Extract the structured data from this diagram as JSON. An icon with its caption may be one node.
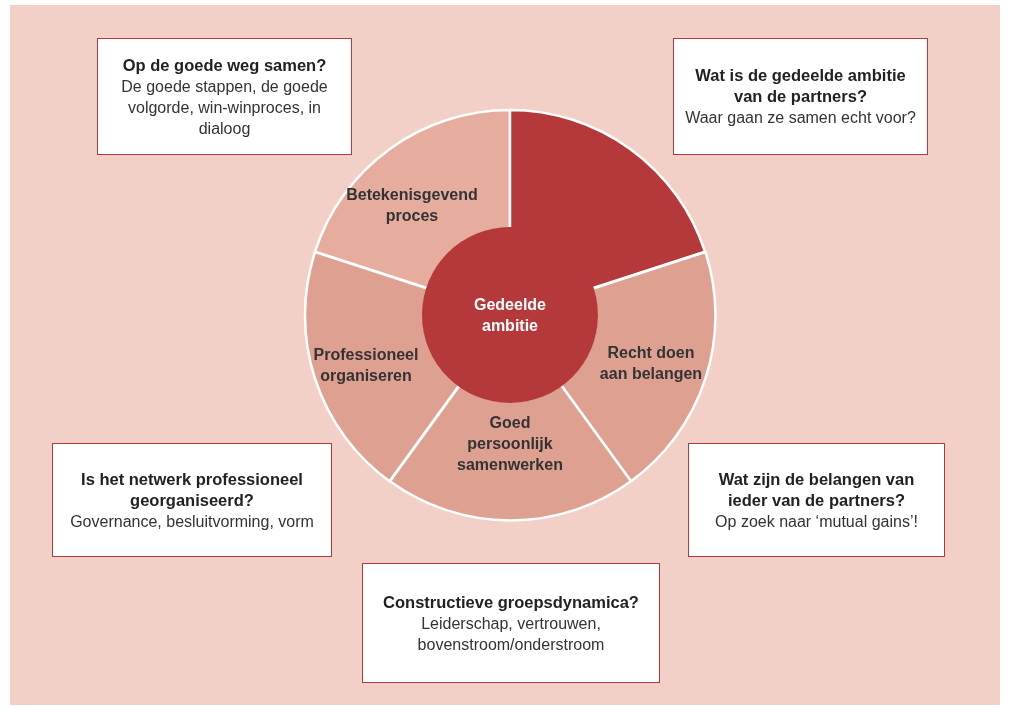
{
  "diagram": {
    "nodes": [
      {
        "text": [
          "Op de goede weg samen?",
          "De goede stappen, de goede volgorde, win-winproces, in dialoog"
        ]
      },
      {
        "text": [
          "Wat is de gedeelde ambitie van de partners?",
          "Waar gaan ze samen echt voor?"
        ]
      },
      {
        "text": [
          "Betekenisgevend proces"
        ]
      },
      {
        "text": [],
        "shape": "sector"
      },
      {
        "text": [
          "Gedeelde ambitie"
        ]
      },
      {
        "text": [
          "Professioneel organiseren"
        ]
      },
      {
        "text": [
          "Recht doen aan belangen"
        ]
      },
      {
        "text": [
          "Goed persoonlijk samenwerken"
        ]
      },
      {
        "text": [
          "Is het netwerk professioneel georganiseerd?",
          "Governance, besluitvorming, vorm"
        ]
      },
      {
        "text": [
          "Wat zijn de belangen van ieder van de partners?",
          "Op zoek naar ‘mutual gains’!"
        ]
      },
      {
        "text": [
          "Constructieve groepsdynamica?",
          "Leiderschap, vertrouwen, bovenstroom/onderstroom"
        ]
      }
    ],
    "edges": []
  }
}
